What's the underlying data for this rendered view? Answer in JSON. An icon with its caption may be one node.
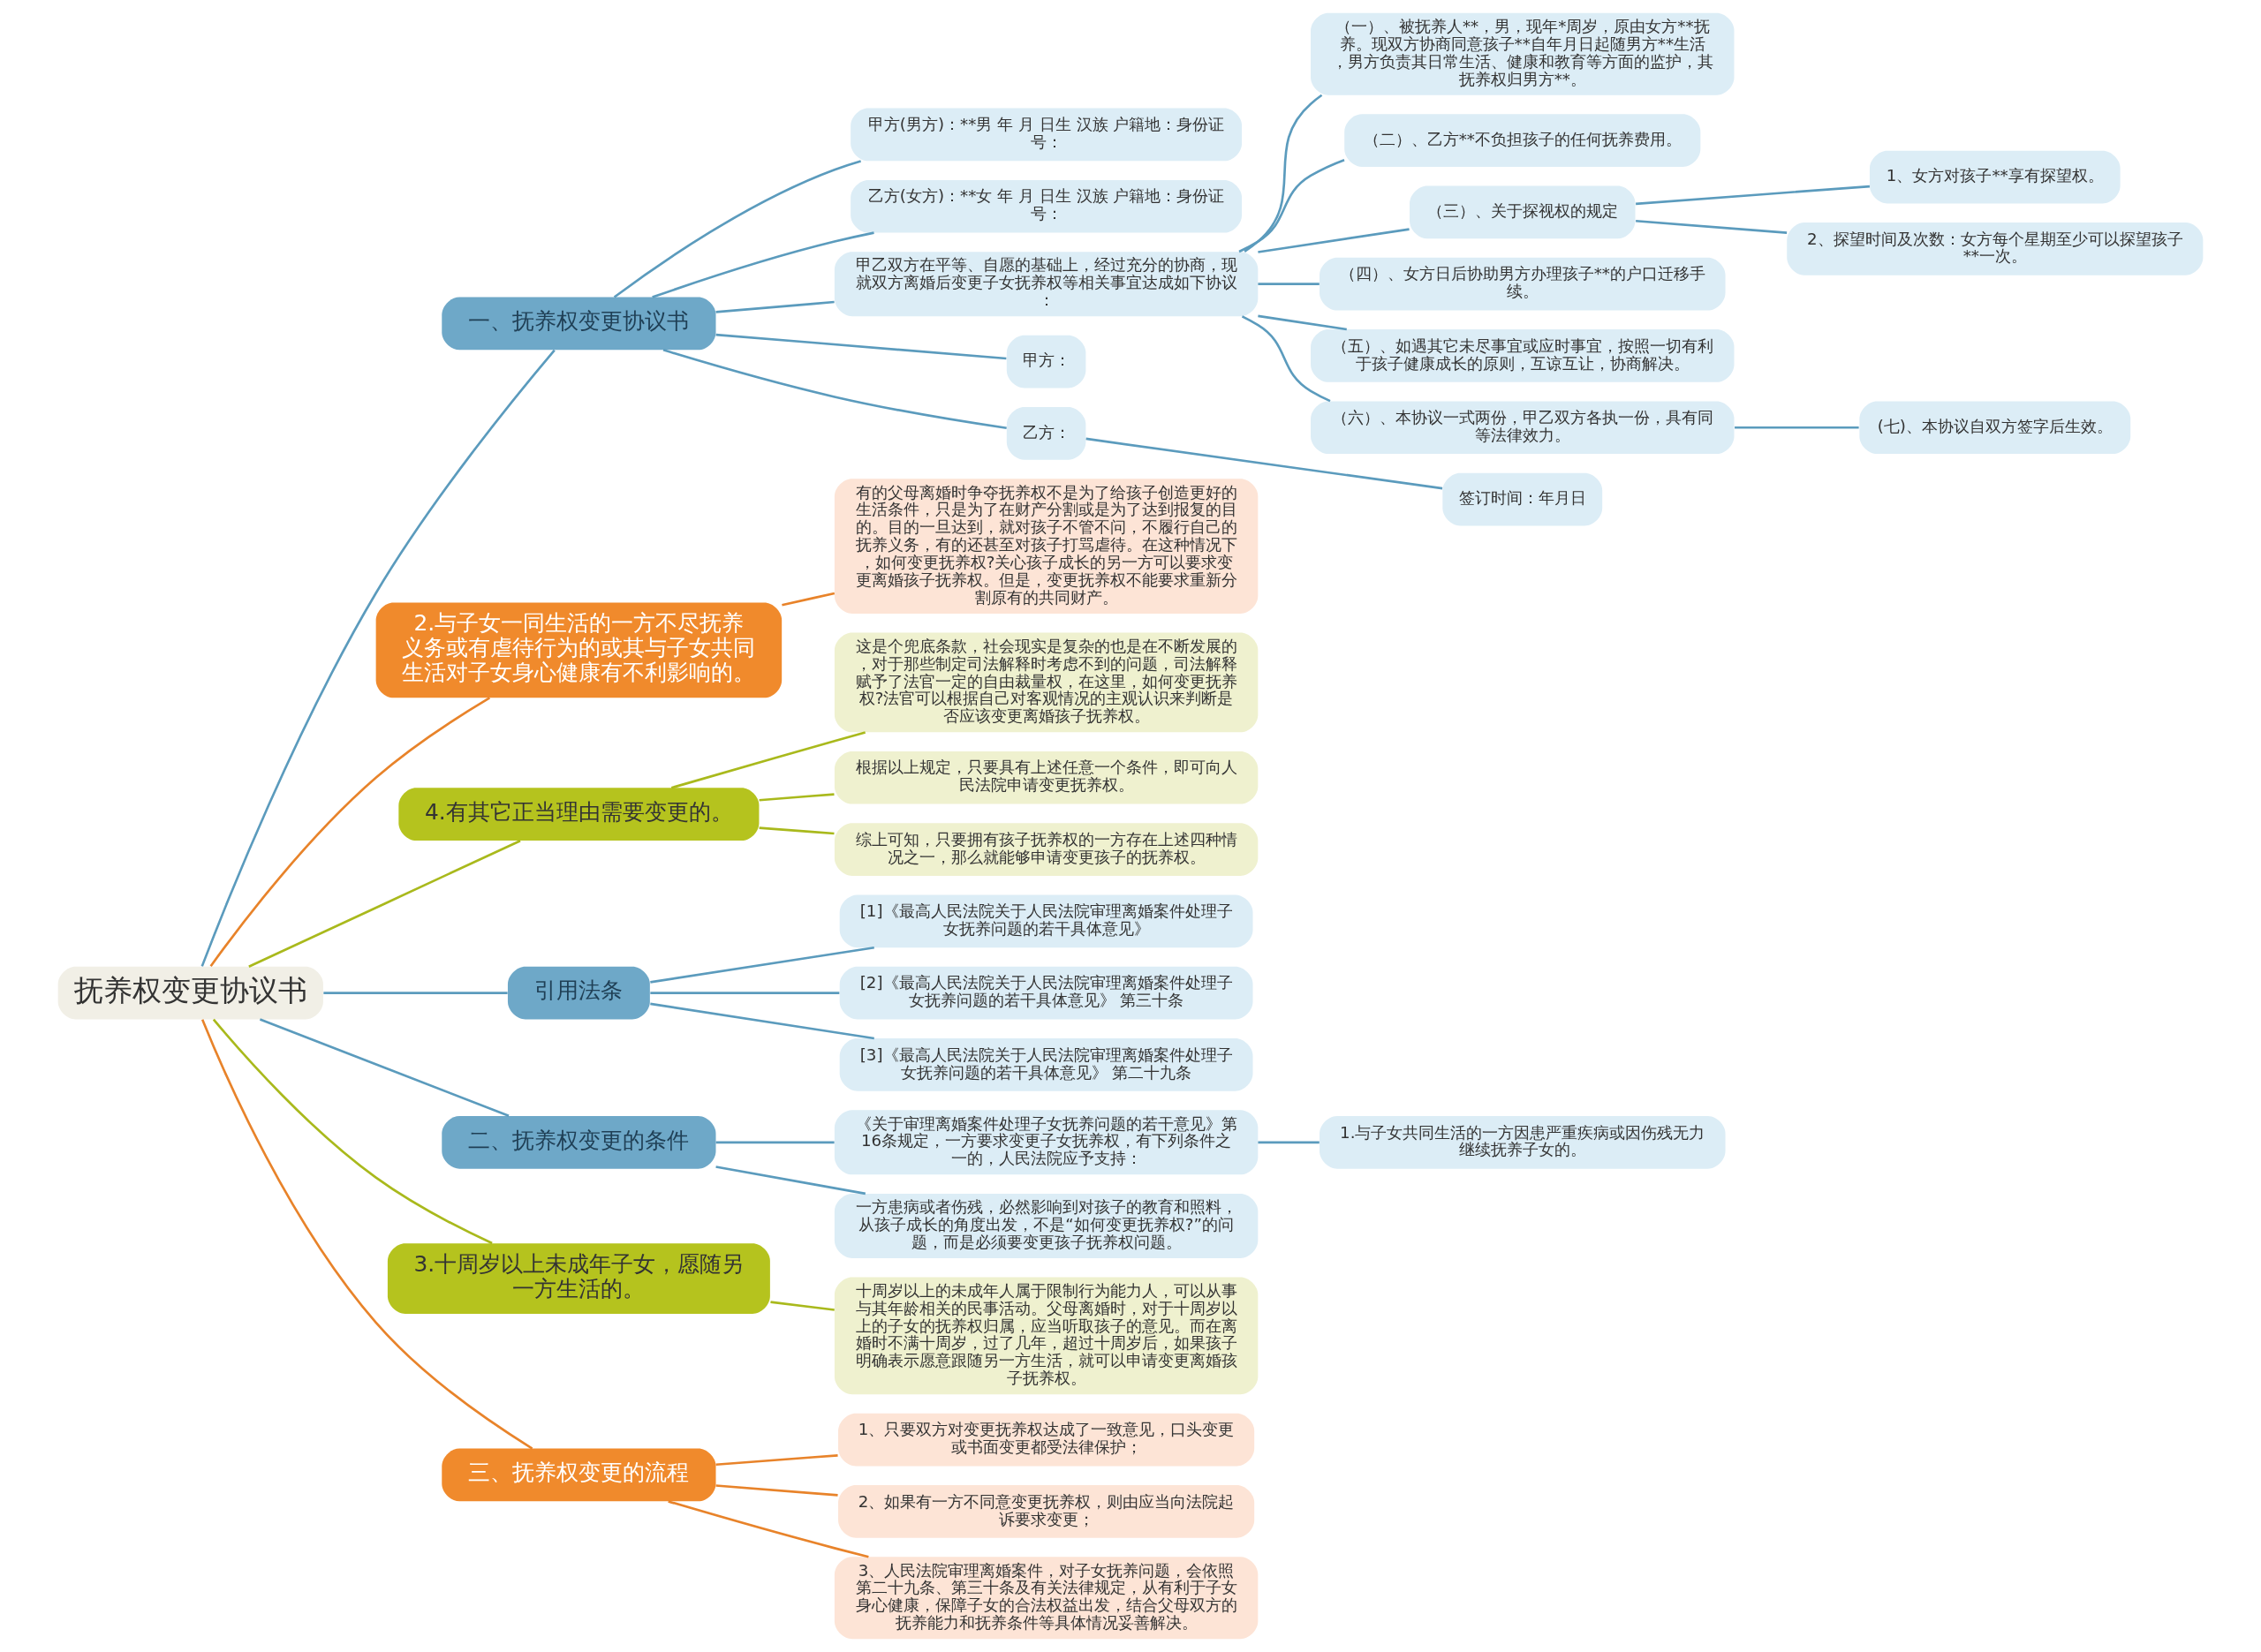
{
  "diagram": {
    "nodes": [
      {
        "text": [
          "抚养权变更协议书"
        ]
      },
      {
        "text": [
          "一、抚养权变更协议书"
        ]
      },
      {
        "text": [
          "甲方(男方)：**男 年 月 日生 汉族 户籍地：身份证号："
        ]
      },
      {
        "text": [
          "乙方(女方)：**女 年 月 日生 汉族 户籍地：身份证号："
        ]
      },
      {
        "text": [
          "甲乙双方在平等、自愿的基础上，经过充分的协商，现就双方离婚后变更子女抚养权等相关事宜达成如下协议："
        ]
      },
      {
        "text": [
          "（一）、被抚养人**，男，现年*周岁，原由女方**抚养。现双方协商同意孩子**自年月日起随男方**生活，男方负责其日常生活、健康和教育等方面的监护，其抚养权归男方**。"
        ]
      },
      {
        "text": [
          "（二）、乙方**不负担孩子的任何抚养费用。"
        ]
      },
      {
        "text": [
          "（三）、关于探视权的规定"
        ]
      },
      {
        "text": [
          "1、女方对孩子**享有探望权。"
        ]
      },
      {
        "text": [
          "2、探望时间及次数：女方每个星期至少可以探望孩子**一次。"
        ]
      },
      {
        "text": [
          "（四）、女方日后协助男方办理孩子**的户口迁移手续。"
        ]
      },
      {
        "text": [
          "（五）、如遇其它未尽事宜或应时事宜，按照一切有利于孩子健康成长的原则，互谅互让，协商解决。"
        ]
      },
      {
        "text": [
          "（六）、本协议一式两份，甲乙双方各执一份，具有同等法律效力。"
        ]
      },
      {
        "text": [
          "(七)、本协议自双方签字后生效。"
        ]
      },
      {
        "text": [
          "甲方："
        ]
      },
      {
        "text": [
          "乙方："
        ]
      },
      {
        "text": [
          "签订时间：年月日"
        ]
      },
      {
        "text": [
          "2.与子女一同生活的一方不尽抚养义务或有虐待行为的或其与子女共同生活对子女身心健康有不利影响的。"
        ]
      },
      {
        "text": [
          "有的父母离婚时争夺抚养权不是为了给孩子创造更好的生活条件，只是为了在财产分割或是为了达到报复的目的。目的一旦达到，就对孩子不管不问，不履行自己的抚养义务，有的还甚至对孩子打骂虐待。在这种情况下，如何变更抚养权?关心孩子成长的另一方可以要求变更离婚孩子抚养权。但是，变更抚养权不能要求重新分割原有的共同财产。"
        ]
      },
      {
        "text": [
          "4.有其它正当理由需要变更的。"
        ]
      },
      {
        "text": [
          "这是个兜底条款，社会现实是复杂的也是在不断发展的，对于那些制定司法解释时考虑不到的问题，司法解释赋予了法官一定的自由裁量权，在这里，如何变更抚养权?法官可以根据自己对客观情况的主观认识来判断是否应该变更离婚孩子抚养权。"
        ]
      },
      {
        "text": [
          "根据以上规定，只要具有上述任意一个条件，即可向人民法院申请变更抚养权。"
        ]
      },
      {
        "text": [
          "综上可知，只要拥有孩子抚养权的一方存在上述四种情况之一，那么就能够申请变更孩子的抚养权。"
        ]
      },
      {
        "text": [
          "引用法条"
        ]
      },
      {
        "text": [
          "[1]《最高人民法院关于人民法院审理离婚案件处理子女抚养问题的若干具体意见》"
        ]
      },
      {
        "text": [
          "[2]《最高人民法院关于人民法院审理离婚案件处理子女抚养问题的若干具体意见》 第三十条"
        ]
      },
      {
        "text": [
          "[3]《最高人民法院关于人民法院审理离婚案件处理子女抚养问题的若干具体意见》 第二十九条"
        ]
      },
      {
        "text": [
          "二、抚养权变更的条件"
        ]
      },
      {
        "text": [
          "《关于审理离婚案件处理子女抚养问题的若干意见》第16条规定，一方要求变更子女抚养权，有下列条件之一的，人民法院应予支持："
        ]
      },
      {
        "text": [
          "1.与子女共同生活的一方因患严重疾病或因伤残无力继续抚养子女的。"
        ]
      },
      {
        "text": [
          "一方患病或者伤残，必然影响到对孩子的教育和照料，从孩子成长的角度出发，不是“如何变更抚养权?”的问题，而是必须要变更孩子抚养权问题。"
        ]
      },
      {
        "text": [
          "3.十周岁以上未成年子女，愿随另一方生活的。"
        ]
      },
      {
        "text": [
          "十周岁以上的未成年人属于限制行为能力人，可以从事与其年龄相关的民事活动。父母离婚时，对于十周岁以上的子女的抚养权归属，应当听取孩子的意见。而在离婚时不满十周岁，过了几年，超过十周岁后，如果孩子明确表示愿意跟随另一方生活，就可以申请变更离婚孩子抚养权。"
        ]
      },
      {
        "text": [
          "三、抚养权变更的流程"
        ]
      },
      {
        "text": [
          "1、只要双方对变更抚养权达成了一致意见，口头变更或书面变更都受法律保护；"
        ]
      },
      {
        "text": [
          "2、如果有一方不同意变更抚养权，则由应当向法院起诉要求变更；"
        ]
      },
      {
        "text": [
          "3、人民法院审理离婚案件，对子女抚养问题，会依照第二十九条、第三十条及有关法律规定，从有利于子女身心健康，保障子女的合法权益出发，结合父母双方的抚养能力和抚养条件等具体情况妥善解决。"
        ]
      }
    ],
    "edges": [
      {
        "from": 0,
        "to": 1,
        "arrow": "none"
      },
      {
        "from": 1,
        "to": 2,
        "arrow": "none"
      },
      {
        "from": 1,
        "to": 3,
        "arrow": "none"
      },
      {
        "from": 1,
        "to": 4,
        "arrow": "none"
      },
      {
        "from": 4,
        "to": 5,
        "arrow": "none"
      },
      {
        "from": 4,
        "to": 6,
        "arrow": "none"
      },
      {
        "from": 4,
        "to": 7,
        "arrow": "none"
      },
      {
        "from": 7,
        "to": 8,
        "arrow": "none"
      },
      {
        "from": 7,
        "to": 9,
        "arrow": "none"
      },
      {
        "from": 4,
        "to": 10,
        "arrow": "none"
      },
      {
        "from": 4,
        "to": 11,
        "arrow": "none"
      },
      {
        "from": 4,
        "to": 12,
        "arrow": "none"
      },
      {
        "from": 12,
        "to": 13,
        "arrow": "none"
      },
      {
        "from": 1,
        "to": 14,
        "arrow": "none"
      },
      {
        "from": 1,
        "to": 15,
        "arrow": "none"
      },
      {
        "from": 15,
        "to": 16,
        "arrow": "none"
      },
      {
        "from": 0,
        "to": 17,
        "arrow": "none",
        "color": "#e8832a"
      },
      {
        "from": 17,
        "to": 18,
        "arrow": "none",
        "color": "#e8832a"
      },
      {
        "from": 0,
        "to": 19,
        "arrow": "none",
        "color": "#a9b91c"
      },
      {
        "from": 19,
        "to": 20,
        "arrow": "none",
        "color": "#a9b91c"
      },
      {
        "from": 19,
        "to": 21,
        "arrow": "none",
        "color": "#a9b91c"
      },
      {
        "from": 19,
        "to": 22,
        "arrow": "none",
        "color": "#a9b91c"
      },
      {
        "from": 0,
        "to": 23,
        "arrow": "none"
      },
      {
        "from": 23,
        "to": 24,
        "arrow": "none"
      },
      {
        "from": 23,
        "to": 25,
        "arrow": "none"
      },
      {
        "from": 23,
        "to": 26,
        "arrow": "none"
      },
      {
        "from": 0,
        "to": 27,
        "arrow": "none"
      },
      {
        "from": 27,
        "to": 28,
        "arrow": "none"
      },
      {
        "from": 28,
        "to": 29,
        "arrow": "none"
      },
      {
        "from": 27,
        "to": 30,
        "arrow": "none"
      },
      {
        "from": 0,
        "to": 31,
        "arrow": "none",
        "color": "#a9b91c"
      },
      {
        "from": 31,
        "to": 32,
        "arrow": "none",
        "color": "#a9b91c"
      },
      {
        "from": 0,
        "to": 33,
        "arrow": "none",
        "color": "#e8832a"
      },
      {
        "from": 33,
        "to": 34,
        "arrow": "none",
        "color": "#e8832a"
      },
      {
        "from": 33,
        "to": 35,
        "arrow": "none",
        "color": "#e8832a"
      },
      {
        "from": 33,
        "to": 36,
        "arrow": "none",
        "color": "#e8832a"
      }
    ]
  }
}
